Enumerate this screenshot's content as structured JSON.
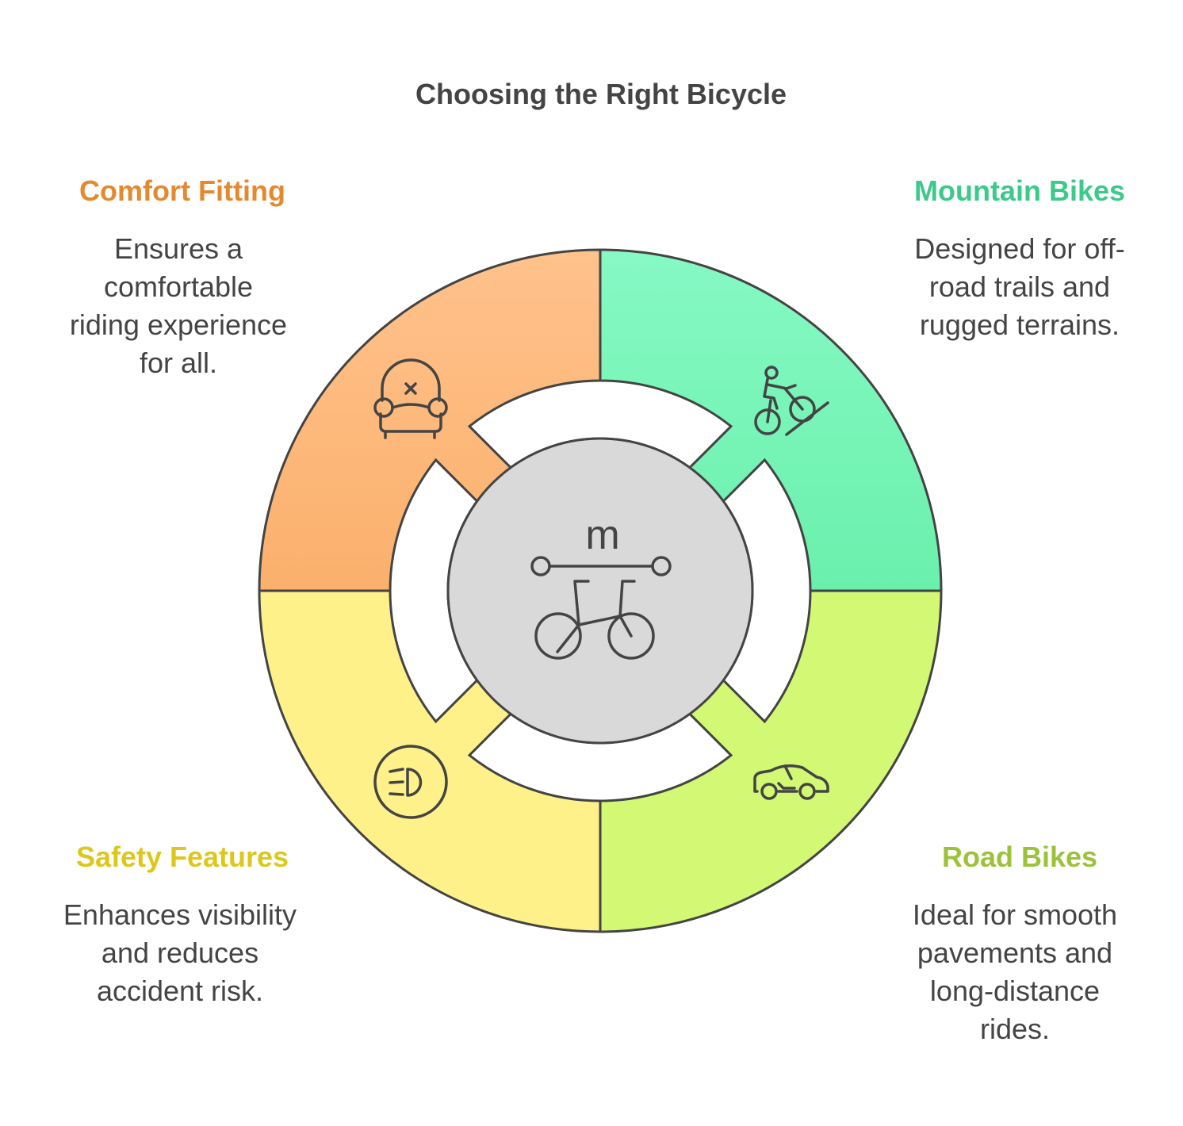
{
  "title": "Choosing the Right Bicycle",
  "center": {
    "label": "m",
    "icon": "bicycle-measurement-icon",
    "color": "#D9D9D9"
  },
  "segments": [
    {
      "id": "comfort",
      "title": "Comfort Fitting",
      "description": [
        "Ensures a",
        "comfortable",
        "riding experience",
        "for all."
      ],
      "title_color": "#E38A30",
      "fill": "#FDBB80",
      "icon": "armchair-icon"
    },
    {
      "id": "mountain",
      "title": "Mountain Bikes",
      "description": [
        "Designed for off-",
        "road trails and",
        "rugged terrains."
      ],
      "title_color": "#3CC98A",
      "fill": "#7EF7C0",
      "icon": "mountain-biker-icon"
    },
    {
      "id": "safety",
      "title": "Safety Features",
      "description": [
        "Enhances visibility",
        "and reduces",
        "accident risk."
      ],
      "title_color": "#DCC81C",
      "fill": "#FFF18A",
      "icon": "headlight-icon"
    },
    {
      "id": "road",
      "title": "Road Bikes",
      "description": [
        "Ideal for smooth",
        "pavements and",
        "long-distance",
        "rides."
      ],
      "title_color": "#9CC23A",
      "fill": "#D2F874",
      "icon": "car-icon"
    }
  ]
}
